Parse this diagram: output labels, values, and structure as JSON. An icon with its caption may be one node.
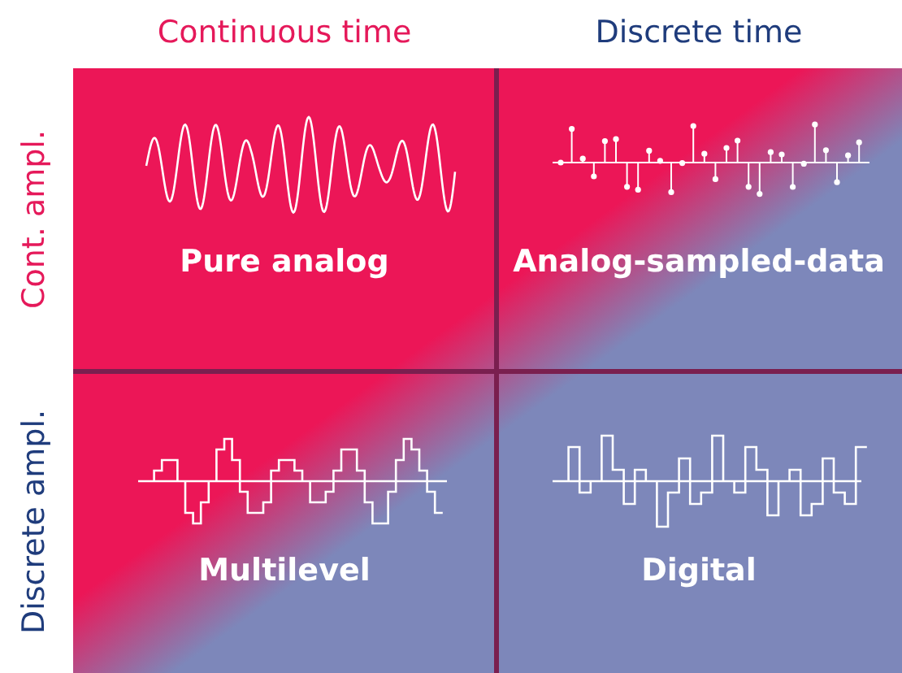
{
  "diagram": {
    "nodes": [
      {
        "text": [
          "Pure analog"
        ]
      },
      {
        "text": [
          "Analog-sampled-data"
        ]
      },
      {
        "text": [
          "Multilevel"
        ]
      },
      {
        "text": [
          "Digital"
        ]
      }
    ],
    "labels": [
      "Continuous time",
      "Discrete time",
      "Cont. ampl.",
      "Discrete ampl."
    ]
  }
}
